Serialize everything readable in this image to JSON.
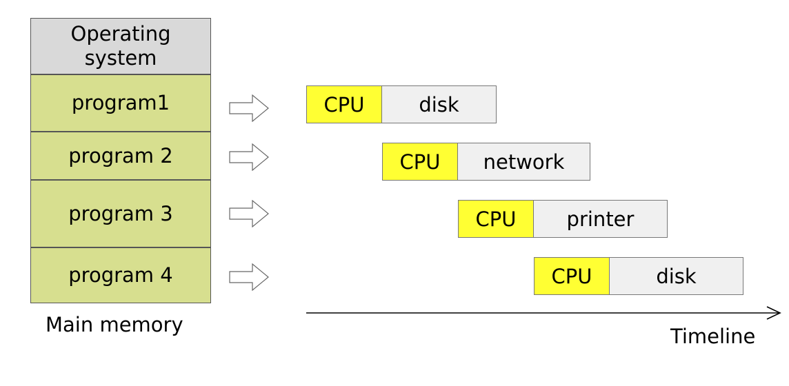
{
  "memory": {
    "os_label": "Operating system",
    "programs": [
      "program1",
      "program 2",
      "program 3",
      "program 4"
    ],
    "caption": "Main memory"
  },
  "tasks": [
    {
      "cpu": "CPU",
      "io": "disk"
    },
    {
      "cpu": "CPU",
      "io": "network"
    },
    {
      "cpu": "CPU",
      "io": "printer"
    },
    {
      "cpu": "CPU",
      "io": "disk"
    }
  ],
  "timeline_label": "Timeline",
  "colors": {
    "os": "#d9d9d9",
    "program": "#d7df8f",
    "cpu": "#ffff33",
    "io": "#f0f0f0"
  }
}
